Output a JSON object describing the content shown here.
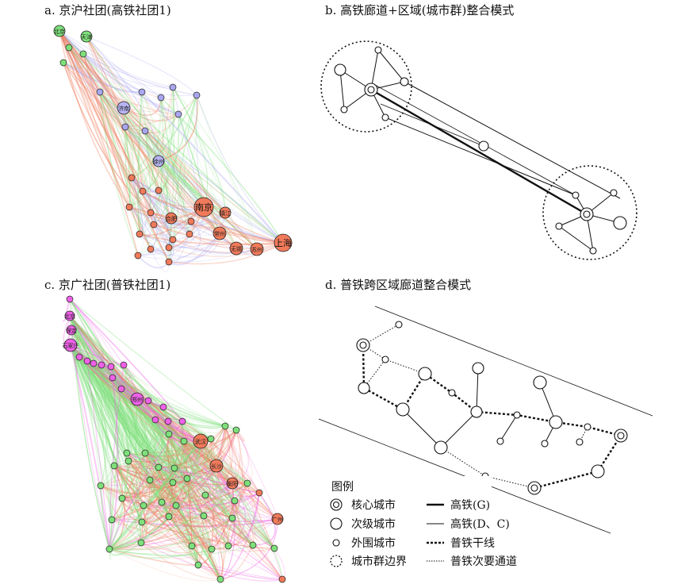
{
  "panels": {
    "a": {
      "title": "a. 京沪社团(高铁社团1)"
    },
    "b": {
      "title": "b. 高铁廊道+区域(城市群)整合模式"
    },
    "c": {
      "title": "c. 京广社团(普铁社团1)"
    },
    "d": {
      "title": "d. 普铁跨区域廊道整合模式"
    }
  },
  "panel_a_cities": {
    "beijing": "北京",
    "tianjin": "天津",
    "jinan": "济南",
    "xuzhou": "徐州",
    "nanjing": "南京",
    "zhenjiang": "镇江",
    "hefei": "合肥",
    "changzhou": "常州",
    "wuxi": "无锡",
    "suzhou": "苏州",
    "shanghai": "上海"
  },
  "panel_c_cities": {
    "beijing": "北京",
    "baoding": "保定",
    "shijiazhuang": "石家庄",
    "zhengzhou": "郑州",
    "wuhan": "武汉",
    "changsha": "长沙",
    "hengyang": "衡阳",
    "guangzhou": "广州"
  },
  "legend": {
    "title": "图例",
    "items": [
      {
        "key": "core",
        "label": "核心城市"
      },
      {
        "key": "secondary",
        "label": "次级城市"
      },
      {
        "key": "peripheral",
        "label": "外围城市"
      },
      {
        "key": "boundary",
        "label": "城市群边界"
      },
      {
        "key": "hsr_g",
        "label": "高铁(G)"
      },
      {
        "key": "hsr_dc",
        "label": "高铁(D、C)"
      },
      {
        "key": "rail_trunk",
        "label": "普铁干线"
      },
      {
        "key": "rail_secondary",
        "label": "普铁次要通道"
      }
    ]
  },
  "colors": {
    "red_community": "#f07a5a",
    "green_community": "#7ee07a",
    "blue_community": "#a9a6ef",
    "magenta_community": "#ee60e6"
  }
}
